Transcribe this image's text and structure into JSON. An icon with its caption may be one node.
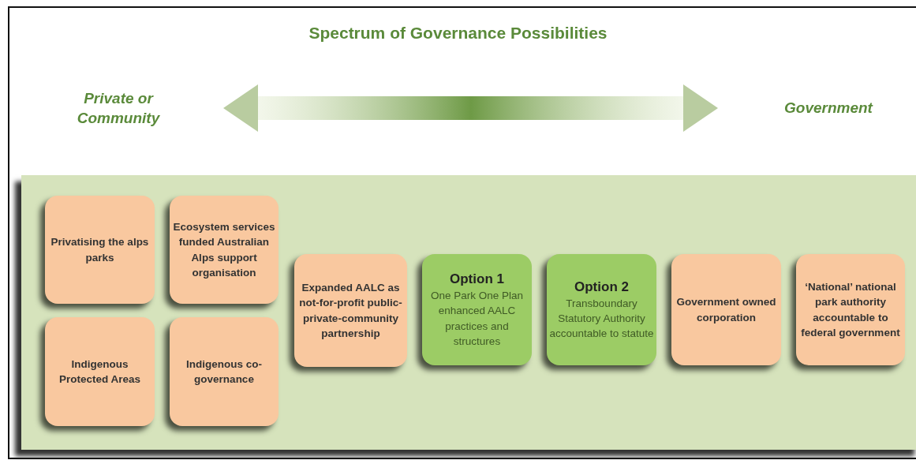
{
  "diagram": {
    "title": "Spectrum of Governance Possibilities",
    "nodes": [
      {
        "text": [
          "Privatising the alps parks"
        ]
      },
      {
        "text": [
          "Ecosystem services funded Australian Alps support organisation"
        ]
      },
      {
        "text": [
          "Indigenous Protected Areas"
        ]
      },
      {
        "text": [
          "Indigenous co-governance"
        ]
      },
      {
        "text": [
          "Expanded AALC as not-for-profit public-private-community partnership"
        ]
      },
      {
        "text": [
          "Option 1",
          "One Park One Plan enhanced AALC practices and structures"
        ]
      },
      {
        "text": [
          "Option 2",
          "Transboundary Statutory Authority accountable to statute"
        ]
      },
      {
        "text": [
          "Government owned corporation"
        ]
      },
      {
        "text": [
          "‘National’ national park authority accountable to federal government"
        ]
      }
    ],
    "edges": [],
    "labels": [
      "Private or Community",
      "Government"
    ]
  }
}
